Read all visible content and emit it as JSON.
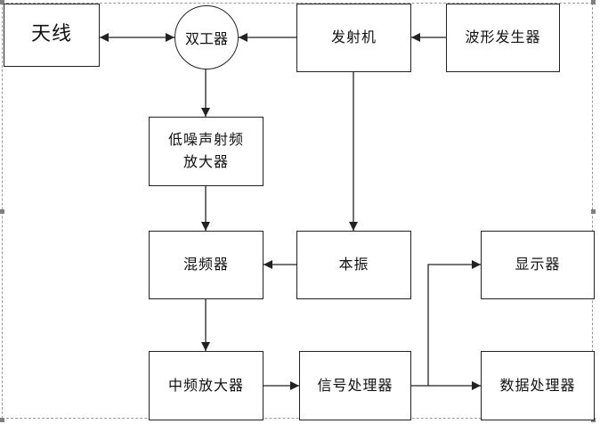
{
  "blocks": {
    "antenna": "天线",
    "duplexer": "双工器",
    "transmitter": "发射机",
    "waveform_generator": "波形发生器",
    "lna": "低噪声射频放大器",
    "mixer": "混频器",
    "local_oscillator": "本振",
    "if_amplifier": "中频放大器",
    "signal_processor": "信号处理器",
    "display": "显示器",
    "data_processor": "数据处理器"
  },
  "colors": {
    "line": "#222222",
    "frame": "#9a9a9a",
    "handle": "#808080"
  }
}
